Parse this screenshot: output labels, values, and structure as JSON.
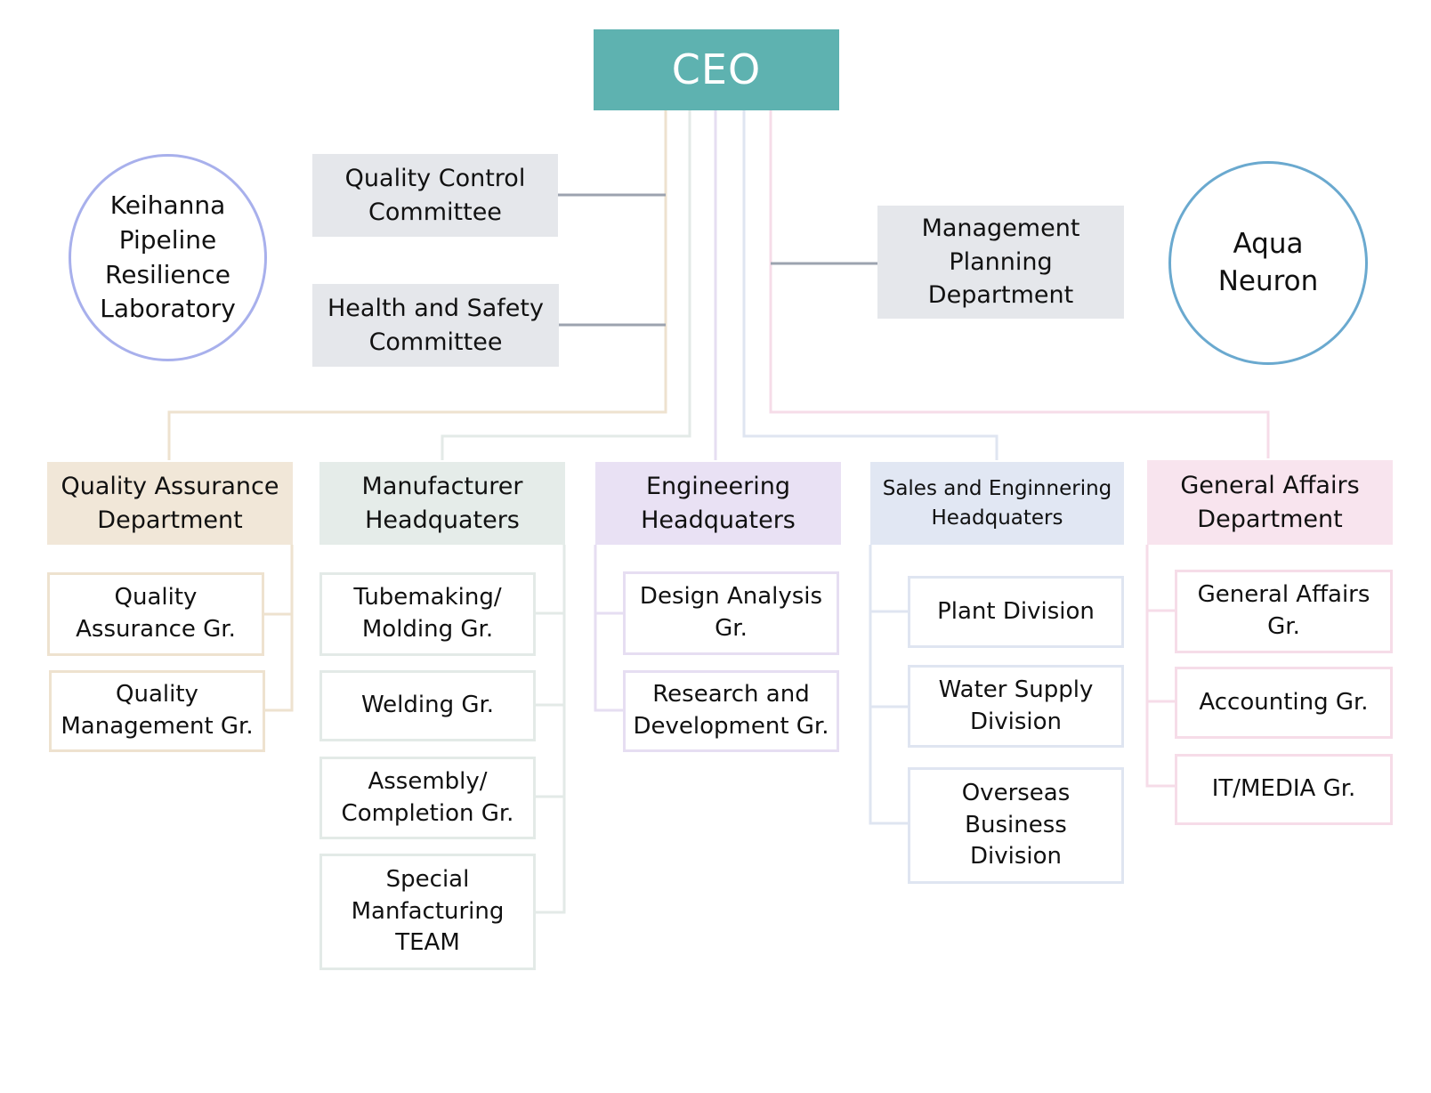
{
  "ceo": {
    "label": "CEO"
  },
  "committees": {
    "quality_control": "Quality Control\nCommittee",
    "health_safety": "Health and Safety\nCommittee",
    "management_planning": "Management\nPlanning\nDepartment"
  },
  "labs": {
    "keihanna": "Keihanna\nPipeline\nResilience\nLaboratory",
    "aqua": "Aqua\nNeuron"
  },
  "departments": [
    {
      "label": "Quality Assurance\nDepartment",
      "color": "#f1e7d8",
      "line_color": "#eee2cf",
      "groups": [
        "Quality\nAssurance Gr.",
        "Quality\nManagement Gr."
      ]
    },
    {
      "label": "Manufacturer\nHeadquaters",
      "color": "#e5ece9",
      "line_color": "#e3eae7",
      "groups": [
        "Tubemaking/\nMolding Gr.",
        "Welding Gr.",
        "Assembly/\nCompletion Gr.",
        "Special\nManfacturing\nTEAM"
      ]
    },
    {
      "label": "Engineering\nHeadquaters",
      "color": "#e9e1f4",
      "line_color": "#e6def2",
      "groups": [
        "Design Analysis\nGr.",
        "Research and\nDevelopment Gr."
      ]
    },
    {
      "label": "Sales and Enginnering\nHeadquaters",
      "color": "#e1e7f3",
      "line_color": "#dfe5f1",
      "groups": [
        "Plant Division",
        "Water Supply\nDivision",
        "Overseas\nBusiness\nDivision"
      ]
    },
    {
      "label": "General Affairs\nDepartment",
      "color": "#f8e4ee",
      "line_color": "#f6dce8",
      "groups": [
        "General Affairs\nGr.",
        "Accounting Gr.",
        "IT/MEDIA Gr."
      ]
    }
  ],
  "colors": {
    "ceo": "#5eb2b0",
    "committee_fill": "#e5e7eb",
    "committee_line": "#9ca3af",
    "keihanna_ring": "#a8b0ec",
    "aqua_ring": "#6aa9cf"
  }
}
